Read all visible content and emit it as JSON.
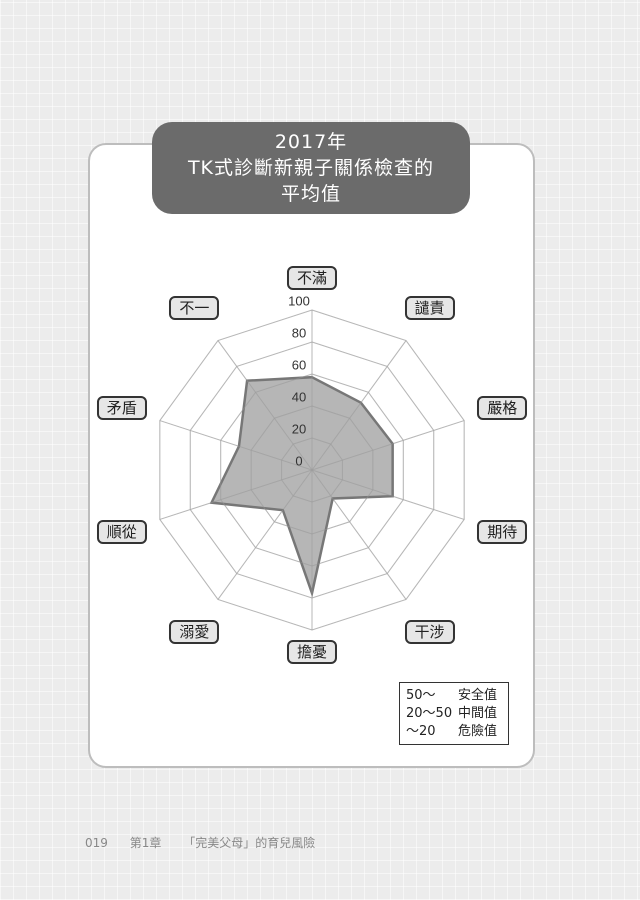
{
  "title": {
    "line1": "2017年",
    "line2": "TK式診斷新親子關係檢查的",
    "line3": "平均值"
  },
  "legend": [
    {
      "range": "50〜",
      "label": "安全值"
    },
    {
      "range": "20〜50",
      "label": "中間值"
    },
    {
      "range": "〜20",
      "label": "危險值"
    }
  ],
  "footer": {
    "page": "019",
    "chapter": "第1章",
    "chapter_title": "「完美父母」的育兒風險"
  },
  "colors": {
    "fill": "#a9a9a9",
    "stroke": "#777777",
    "grid": "#cfcfcf",
    "title_bg": "#6b6b6b"
  },
  "chart_data": {
    "type": "radar",
    "title": "2017年 TK式診斷新親子關係檢查的平均值",
    "categories": [
      "不滿",
      "譴責",
      "嚴格",
      "期待",
      "干涉",
      "擔憂",
      "溺愛",
      "順從",
      "矛盾",
      "不一"
    ],
    "values": [
      58,
      52,
      53,
      53,
      22,
      77,
      31,
      66,
      48,
      69
    ],
    "r_ticks": [
      0,
      20,
      40,
      60,
      80,
      100
    ],
    "rlim": [
      0,
      100
    ],
    "grid": true,
    "legend_position": "bottom-right"
  }
}
